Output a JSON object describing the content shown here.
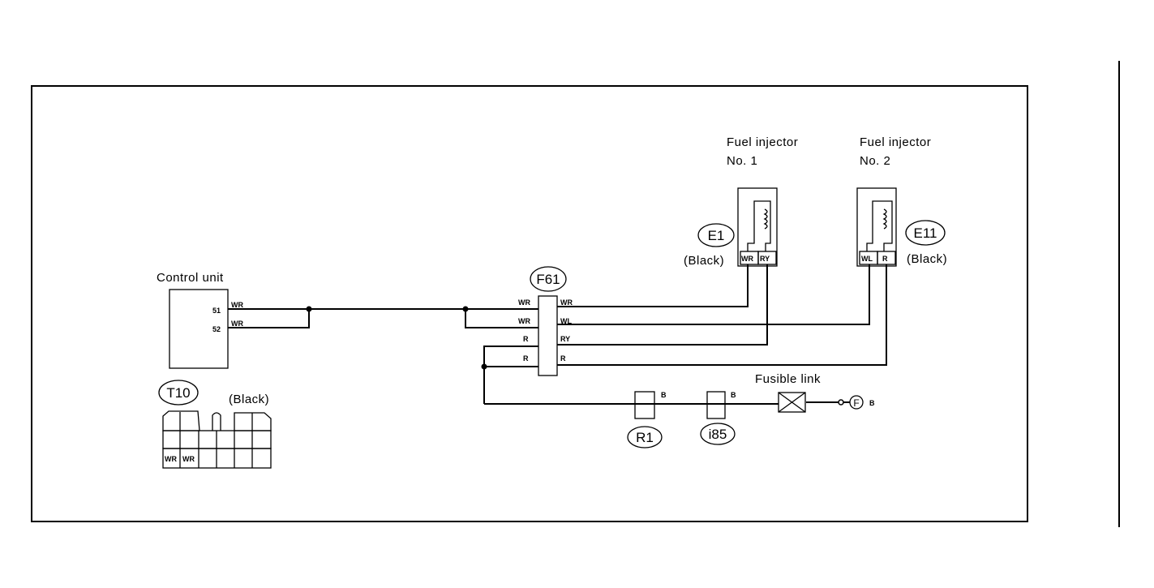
{
  "labels": {
    "fuel_injector_1": [
      "Fuel injector",
      "No. 1"
    ],
    "fuel_injector_2": [
      "Fuel injector",
      "No. 2"
    ],
    "control_unit": "Control unit",
    "fusible_link": "Fusible link"
  },
  "connectors": {
    "e1": {
      "id": "E1",
      "color": "(Black)"
    },
    "e11": {
      "id": "E11",
      "color": "(Black)"
    },
    "f61": {
      "id": "F61"
    },
    "t10": {
      "id": "T10",
      "color": "(Black)"
    },
    "r1": {
      "id": "R1"
    },
    "i85": {
      "id": "i85"
    }
  },
  "control_unit_pins": [
    {
      "pin": "51",
      "wire": "WR"
    },
    {
      "pin": "52",
      "wire": "WR"
    }
  ],
  "f61_left_wires": [
    "WR",
    "WR",
    "R",
    "R"
  ],
  "f61_right_wires": [
    "WR",
    "WL",
    "RY",
    "R"
  ],
  "injector_1_pins": [
    "WR",
    "RY"
  ],
  "injector_2_pins": [
    "WL",
    "R"
  ],
  "t10_pins": [
    "WR",
    "WR"
  ],
  "small_marks": {
    "r1_mark": "B",
    "i85_mark": "B",
    "battery_mark": "B",
    "battery_symbol": "F"
  }
}
